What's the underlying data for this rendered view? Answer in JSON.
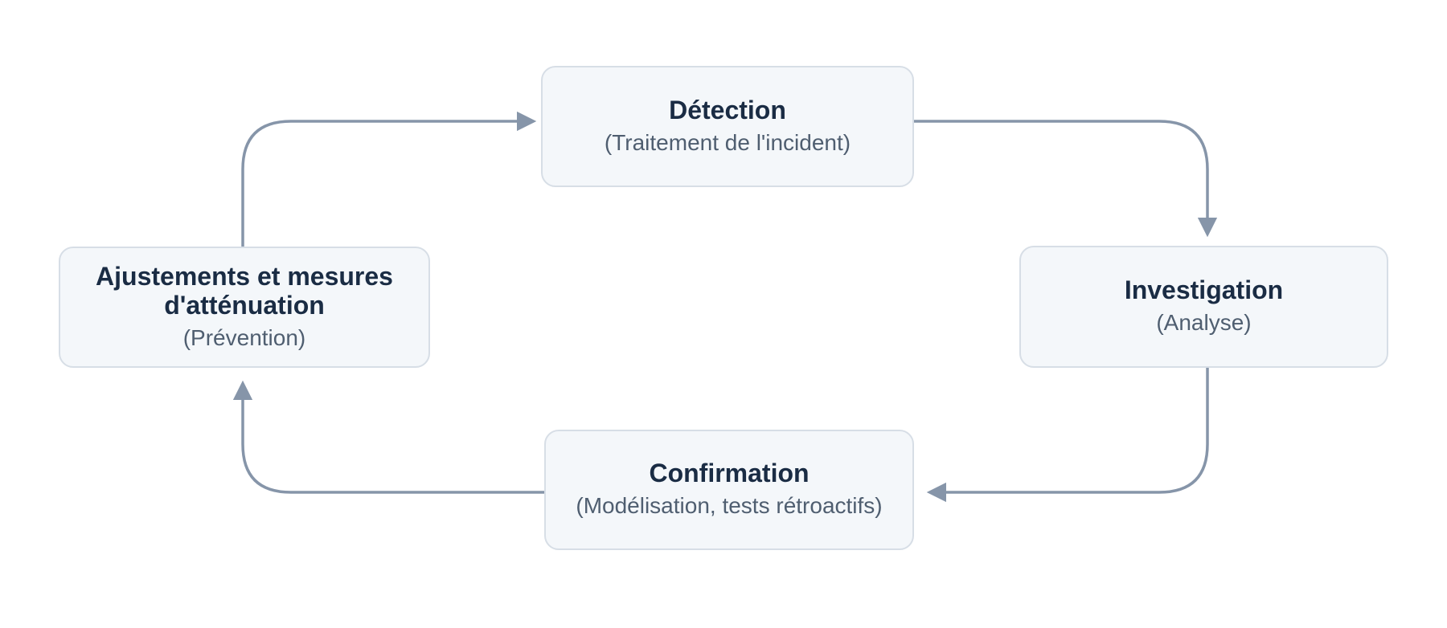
{
  "diagram": {
    "type": "cycle",
    "nodes": [
      {
        "id": "detection",
        "title": "Détection",
        "subtitle": "(Traitement de l'incident)"
      },
      {
        "id": "investigation",
        "title": "Investigation",
        "subtitle": "(Analyse)"
      },
      {
        "id": "confirmation",
        "title": "Confirmation",
        "subtitle": "(Modélisation, tests rétroactifs)"
      },
      {
        "id": "ajustements",
        "title": "Ajustements et mesures d'atténuation",
        "subtitle": "(Prévention)"
      }
    ],
    "edges": [
      {
        "from": "detection",
        "to": "investigation"
      },
      {
        "from": "investigation",
        "to": "confirmation"
      },
      {
        "from": "confirmation",
        "to": "ajustements"
      },
      {
        "from": "ajustements",
        "to": "detection"
      }
    ],
    "colors": {
      "background": "#ffffff",
      "node_fill": "#f4f7fa",
      "node_border": "#d7dee6",
      "title_text": "#1a2c44",
      "subtitle_text": "#4f5e70",
      "connector": "#8695a9"
    }
  }
}
